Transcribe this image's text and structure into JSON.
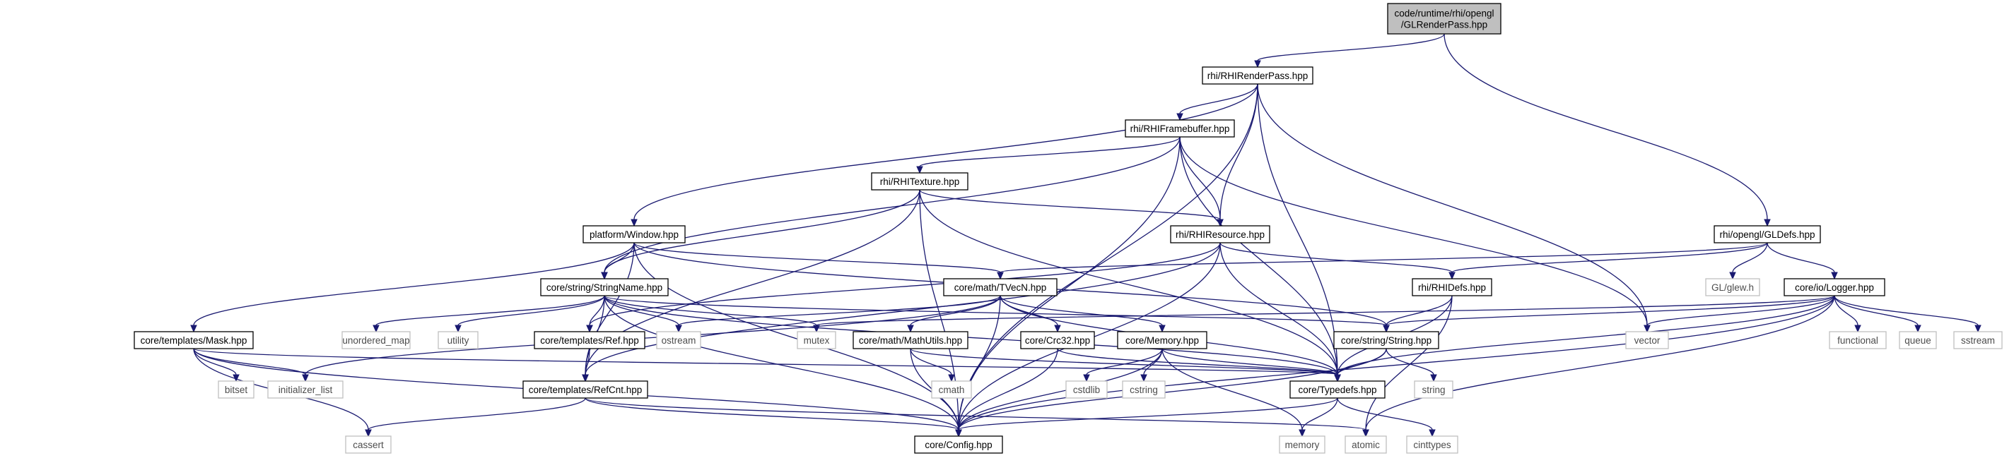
{
  "colors": {
    "edge": "#191970",
    "root_fill": "#bfbfbf",
    "project_border": "#000000",
    "external_border": "#bfbfbf",
    "external_text": "#4d4d4d"
  },
  "nodes": [
    {
      "id": "root",
      "kind": "root",
      "lines": [
        "code/runtime/rhi/opengl",
        "/GLRenderPass.hpp"
      ]
    },
    {
      "id": "rhi_renderpass",
      "kind": "proj",
      "lines": [
        "rhi/RHIRenderPass.hpp"
      ]
    },
    {
      "id": "rhi_framebuffer",
      "kind": "proj",
      "lines": [
        "rhi/RHIFramebuffer.hpp"
      ]
    },
    {
      "id": "rhi_texture",
      "kind": "proj",
      "lines": [
        "rhi/RHITexture.hpp"
      ]
    },
    {
      "id": "rhi_resource",
      "kind": "proj",
      "lines": [
        "rhi/RHIResource.hpp"
      ]
    },
    {
      "id": "platform_window",
      "kind": "proj",
      "lines": [
        "platform/Window.hpp"
      ]
    },
    {
      "id": "gldefs",
      "kind": "proj",
      "lines": [
        "rhi/opengl/GLDefs.hpp"
      ]
    },
    {
      "id": "stringname",
      "kind": "proj",
      "lines": [
        "core/string/StringName.hpp"
      ]
    },
    {
      "id": "tvecn",
      "kind": "proj",
      "lines": [
        "core/math/TVecN.hpp"
      ]
    },
    {
      "id": "rhidefs",
      "kind": "proj",
      "lines": [
        "rhi/RHIDefs.hpp"
      ]
    },
    {
      "id": "glew",
      "kind": "ext",
      "lines": [
        "GL/glew.h"
      ]
    },
    {
      "id": "logger",
      "kind": "proj",
      "lines": [
        "core/io/Logger.hpp"
      ]
    },
    {
      "id": "mask",
      "kind": "proj",
      "lines": [
        "core/templates/Mask.hpp"
      ]
    },
    {
      "id": "unordered_map",
      "kind": "ext",
      "lines": [
        "unordered_map"
      ]
    },
    {
      "id": "utility",
      "kind": "ext",
      "lines": [
        "utility"
      ]
    },
    {
      "id": "ref",
      "kind": "proj",
      "lines": [
        "core/templates/Ref.hpp"
      ]
    },
    {
      "id": "ostream",
      "kind": "ext",
      "lines": [
        "ostream"
      ]
    },
    {
      "id": "mutex",
      "kind": "ext",
      "lines": [
        "mutex"
      ]
    },
    {
      "id": "mathutils",
      "kind": "proj",
      "lines": [
        "core/math/MathUtils.hpp"
      ]
    },
    {
      "id": "crc32",
      "kind": "proj",
      "lines": [
        "core/Crc32.hpp"
      ]
    },
    {
      "id": "memory_hpp",
      "kind": "proj",
      "lines": [
        "core/Memory.hpp"
      ]
    },
    {
      "id": "string_hpp",
      "kind": "proj",
      "lines": [
        "core/string/String.hpp"
      ]
    },
    {
      "id": "vector",
      "kind": "ext",
      "lines": [
        "vector"
      ]
    },
    {
      "id": "functional",
      "kind": "ext",
      "lines": [
        "functional"
      ]
    },
    {
      "id": "queue",
      "kind": "ext",
      "lines": [
        "queue"
      ]
    },
    {
      "id": "sstream",
      "kind": "ext",
      "lines": [
        "sstream"
      ]
    },
    {
      "id": "bitset",
      "kind": "ext",
      "lines": [
        "bitset"
      ]
    },
    {
      "id": "initializer_list",
      "kind": "ext",
      "lines": [
        "initializer_list"
      ]
    },
    {
      "id": "refcnt",
      "kind": "proj",
      "lines": [
        "core/templates/RefCnt.hpp"
      ]
    },
    {
      "id": "cmath",
      "kind": "ext",
      "lines": [
        "cmath"
      ]
    },
    {
      "id": "cstdlib",
      "kind": "ext",
      "lines": [
        "cstdlib"
      ]
    },
    {
      "id": "cstring",
      "kind": "ext",
      "lines": [
        "cstring"
      ]
    },
    {
      "id": "typedefs",
      "kind": "proj",
      "lines": [
        "core/Typedefs.hpp"
      ]
    },
    {
      "id": "string_ext",
      "kind": "ext",
      "lines": [
        "string"
      ]
    },
    {
      "id": "cassert",
      "kind": "ext",
      "lines": [
        "cassert"
      ]
    },
    {
      "id": "config",
      "kind": "proj",
      "lines": [
        "core/Config.hpp"
      ]
    },
    {
      "id": "memory_ext",
      "kind": "ext",
      "lines": [
        "memory"
      ]
    },
    {
      "id": "atomic",
      "kind": "ext",
      "lines": [
        "atomic"
      ]
    },
    {
      "id": "cinttypes",
      "kind": "ext",
      "lines": [
        "cinttypes"
      ]
    }
  ],
  "edges": [
    [
      "root",
      "rhi_renderpass"
    ],
    [
      "root",
      "gldefs"
    ],
    [
      "rhi_renderpass",
      "config"
    ],
    [
      "rhi_renderpass",
      "rhi_framebuffer"
    ],
    [
      "rhi_renderpass",
      "platform_window"
    ],
    [
      "rhi_renderpass",
      "rhi_resource"
    ],
    [
      "rhi_renderpass",
      "vector"
    ],
    [
      "rhi_renderpass",
      "typedefs"
    ],
    [
      "rhi_framebuffer",
      "config"
    ],
    [
      "rhi_framebuffer",
      "rhi_texture"
    ],
    [
      "rhi_framebuffer",
      "rhi_resource"
    ],
    [
      "rhi_framebuffer",
      "stringname"
    ],
    [
      "rhi_framebuffer",
      "vector"
    ],
    [
      "rhi_framebuffer",
      "typedefs"
    ],
    [
      "rhi_texture",
      "config"
    ],
    [
      "rhi_texture",
      "rhi_resource"
    ],
    [
      "rhi_texture",
      "stringname"
    ],
    [
      "rhi_texture",
      "refcnt"
    ],
    [
      "rhi_texture",
      "typedefs"
    ],
    [
      "platform_window",
      "stringname"
    ],
    [
      "platform_window",
      "tvecn"
    ],
    [
      "platform_window",
      "mask"
    ],
    [
      "platform_window",
      "string_hpp"
    ],
    [
      "platform_window",
      "config"
    ],
    [
      "platform_window",
      "refcnt"
    ],
    [
      "rhi_resource",
      "ref"
    ],
    [
      "rhi_resource",
      "refcnt"
    ],
    [
      "rhi_resource",
      "rhidefs"
    ],
    [
      "rhi_resource",
      "config"
    ],
    [
      "rhi_resource",
      "typedefs"
    ],
    [
      "gldefs",
      "rhidefs"
    ],
    [
      "gldefs",
      "glew"
    ],
    [
      "gldefs",
      "logger"
    ],
    [
      "gldefs",
      "tvecn"
    ],
    [
      "stringname",
      "unordered_map"
    ],
    [
      "stringname",
      "utility"
    ],
    [
      "stringname",
      "ref"
    ],
    [
      "stringname",
      "ostream"
    ],
    [
      "stringname",
      "mutex"
    ],
    [
      "stringname",
      "string_hpp"
    ],
    [
      "stringname",
      "typedefs"
    ],
    [
      "stringname",
      "refcnt"
    ],
    [
      "stringname",
      "config"
    ],
    [
      "tvecn",
      "mathutils"
    ],
    [
      "tvecn",
      "crc32"
    ],
    [
      "tvecn",
      "memory_hpp"
    ],
    [
      "tvecn",
      "ostream"
    ],
    [
      "tvecn",
      "initializer_list"
    ],
    [
      "tvecn",
      "typedefs"
    ],
    [
      "tvecn",
      "config"
    ],
    [
      "rhidefs",
      "string_hpp"
    ],
    [
      "rhidefs",
      "typedefs"
    ],
    [
      "rhidefs",
      "atomic"
    ],
    [
      "logger",
      "string_hpp"
    ],
    [
      "logger",
      "functional"
    ],
    [
      "logger",
      "queue"
    ],
    [
      "logger",
      "sstream"
    ],
    [
      "logger",
      "vector"
    ],
    [
      "logger",
      "mutex"
    ],
    [
      "logger",
      "typedefs"
    ],
    [
      "logger",
      "config"
    ],
    [
      "logger",
      "atomic"
    ],
    [
      "mask",
      "bitset"
    ],
    [
      "mask",
      "initializer_list"
    ],
    [
      "mask",
      "typedefs"
    ],
    [
      "mask",
      "config"
    ],
    [
      "mask",
      "cassert"
    ],
    [
      "ref",
      "refcnt"
    ],
    [
      "mathutils",
      "cmath"
    ],
    [
      "mathutils",
      "typedefs"
    ],
    [
      "mathutils",
      "config"
    ],
    [
      "crc32",
      "typedefs"
    ],
    [
      "crc32",
      "config"
    ],
    [
      "memory_hpp",
      "cstdlib"
    ],
    [
      "memory_hpp",
      "cstring"
    ],
    [
      "memory_hpp",
      "typedefs"
    ],
    [
      "memory_hpp",
      "config"
    ],
    [
      "memory_hpp",
      "memory_ext"
    ],
    [
      "string_hpp",
      "string_ext"
    ],
    [
      "string_hpp",
      "typedefs"
    ],
    [
      "string_hpp",
      "config"
    ],
    [
      "refcnt",
      "config"
    ],
    [
      "refcnt",
      "atomic"
    ],
    [
      "refcnt",
      "cassert"
    ],
    [
      "typedefs",
      "config"
    ],
    [
      "typedefs",
      "memory_ext"
    ],
    [
      "typedefs",
      "cinttypes"
    ]
  ]
}
